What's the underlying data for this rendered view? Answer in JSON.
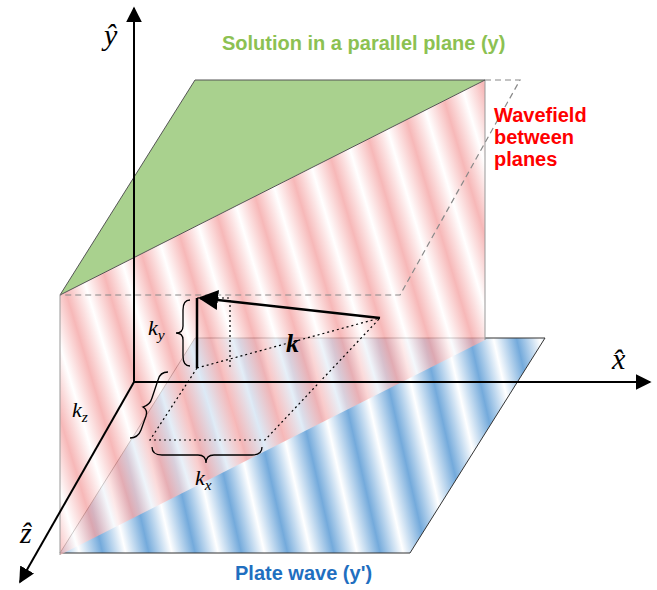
{
  "diagram": {
    "labels": [
      "ŷ",
      "Solution in a parallel plane (y)",
      "Wavefield between planes",
      "x̂",
      "ky",
      "k⃗",
      "kz",
      "kx",
      "ẑ",
      "Plate wave (y')"
    ]
  }
}
